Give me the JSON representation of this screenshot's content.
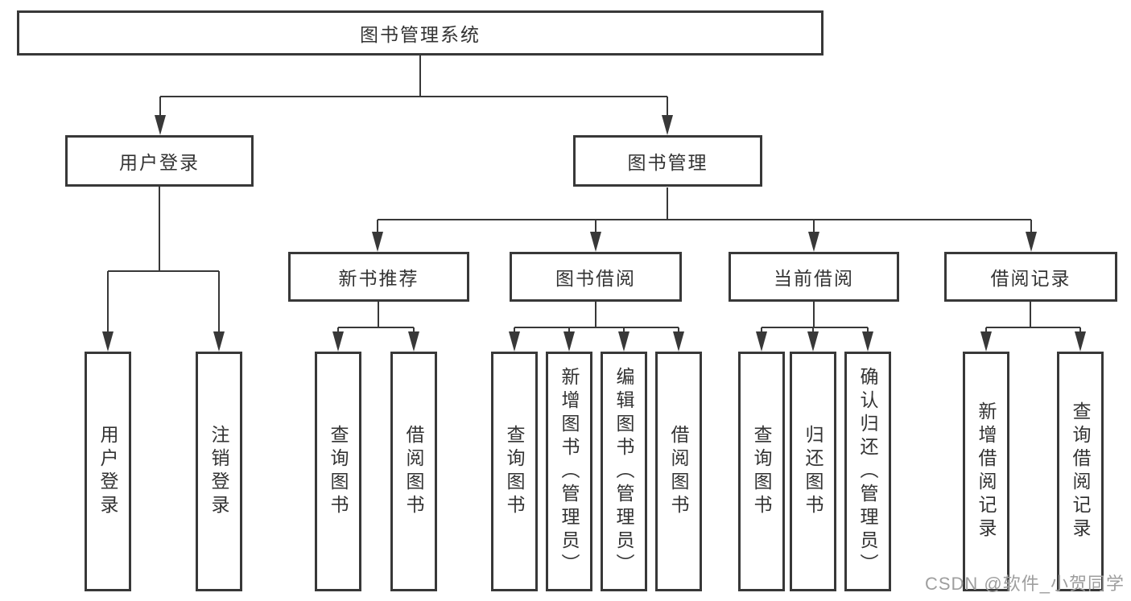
{
  "diagram": {
    "root": "图书管理系统",
    "level2": [
      "用户登录",
      "图书管理"
    ],
    "level3": [
      "新书推荐",
      "图书借阅",
      "当前借阅",
      "借阅记录"
    ],
    "leaves": {
      "user_login": [
        "用户登录",
        "注销登录"
      ],
      "new_book": [
        "查询图书",
        "借阅图书"
      ],
      "book_borrow": [
        "查询图书",
        "新增图书（管理员）",
        "编辑图书（管理员）",
        "借阅图书"
      ],
      "current_borrow": [
        "查询图书",
        "归还图书",
        "确认归还（管理员）"
      ],
      "borrow_record": [
        "新增借阅记录",
        "查询借阅记录"
      ]
    }
  },
  "watermark": "CSDN @软件_小贺同学",
  "colors": {
    "line": "#383838",
    "text": "#333333",
    "watermark": "#9e9e9e",
    "background": "#ffffff"
  }
}
